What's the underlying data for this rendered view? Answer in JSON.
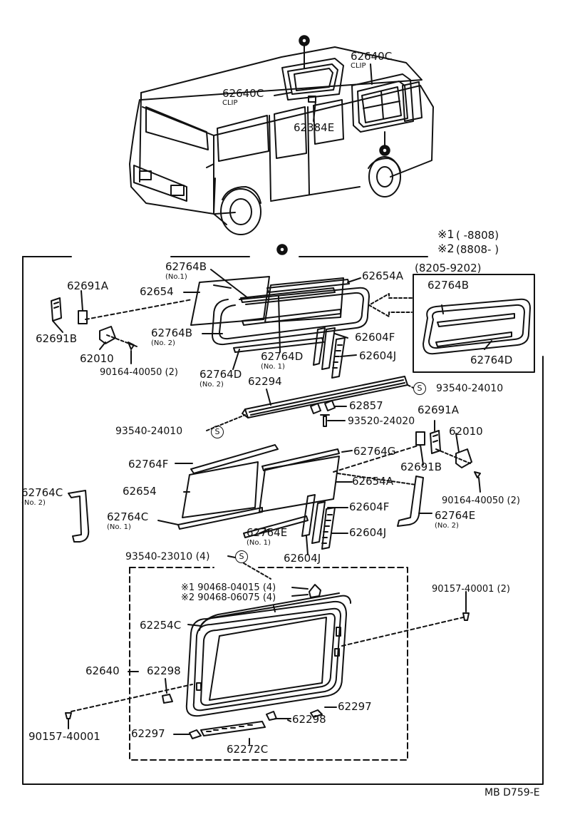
{
  "figure_code": "MB D759-E",
  "notes": {
    "n1_mark": "※1",
    "n1_range": "(      -8808)",
    "n2_mark": "※2",
    "n2_range": "(8808-      )",
    "inset_range": "(8205-9202)"
  },
  "van_labels": {
    "p62640C_a": "62640C",
    "clip_a": "CLIP",
    "p62640C_b": "62640C",
    "clip_b": "CLIP",
    "p62384E": "62384E"
  },
  "upper_labels": {
    "p62764B_1": "62764B",
    "p62764B_1_sub": "(No.1)",
    "p62654_top": "62654",
    "p62654A_top": "62654A",
    "p62691A_left": "62691A",
    "p62691B_left": "62691B",
    "p62010_left": "62010",
    "p90164_left": "90164-40050 (2)",
    "p62764B_2": "62764B",
    "p62764B_2_sub": "(No. 2)",
    "p62764D_1": "62764D",
    "p62764D_1_sub": "(No. 1)",
    "p62604F_top": "62604F",
    "p62604J_top": "62604J",
    "p62764D_2": "62764D",
    "p62764D_2_sub": "(No. 2)",
    "p62294": "62294",
    "p93540_24010_r": "93540-24010",
    "p62857": "62857",
    "p93520_24020": "93520-24020",
    "p93540_24010_l": "93540-24010"
  },
  "inset_labels": {
    "p62764B": "62764B",
    "p62764D": "62764D"
  },
  "mid_labels": {
    "p62691A_right": "62691A",
    "p62010_right": "62010",
    "p62764F": "62764F",
    "p62764G": "62764G",
    "p62691B_right": "62691B",
    "p62764C_2": "62764C",
    "p62764C_2_sub": "(No. 2)",
    "p62654_mid": "62654",
    "p62654A_mid": "62654A",
    "p90164_right": "90164-40050 (2)",
    "p62764C_1": "62764C",
    "p62764C_1_sub": "(No. 1)",
    "p62604F_mid": "62604F",
    "p62764E_2": "62764E",
    "p62764E_2_sub": "(No. 2)",
    "p62764E_1": "62764E",
    "p62764E_1_sub": "(No. 1)",
    "p62604J_mid": "62604J",
    "p62604J_low": "62604J"
  },
  "lower_labels": {
    "p93540_23010": "93540-23010 (4)",
    "p90468_04015": "※1  90468-04015 (4)",
    "p90468_06075": "※2  90468-06075 (4)",
    "p90157_40001_2": "90157-40001 (2)",
    "p62254C": "62254C",
    "p62640": "62640",
    "p62298_left": "62298",
    "p62297_right": "62297",
    "p62298_right": "62298",
    "p90157_40001": "90157-40001",
    "p62297_left": "62297",
    "p62272C": "62272C"
  },
  "s_symbol": "S"
}
